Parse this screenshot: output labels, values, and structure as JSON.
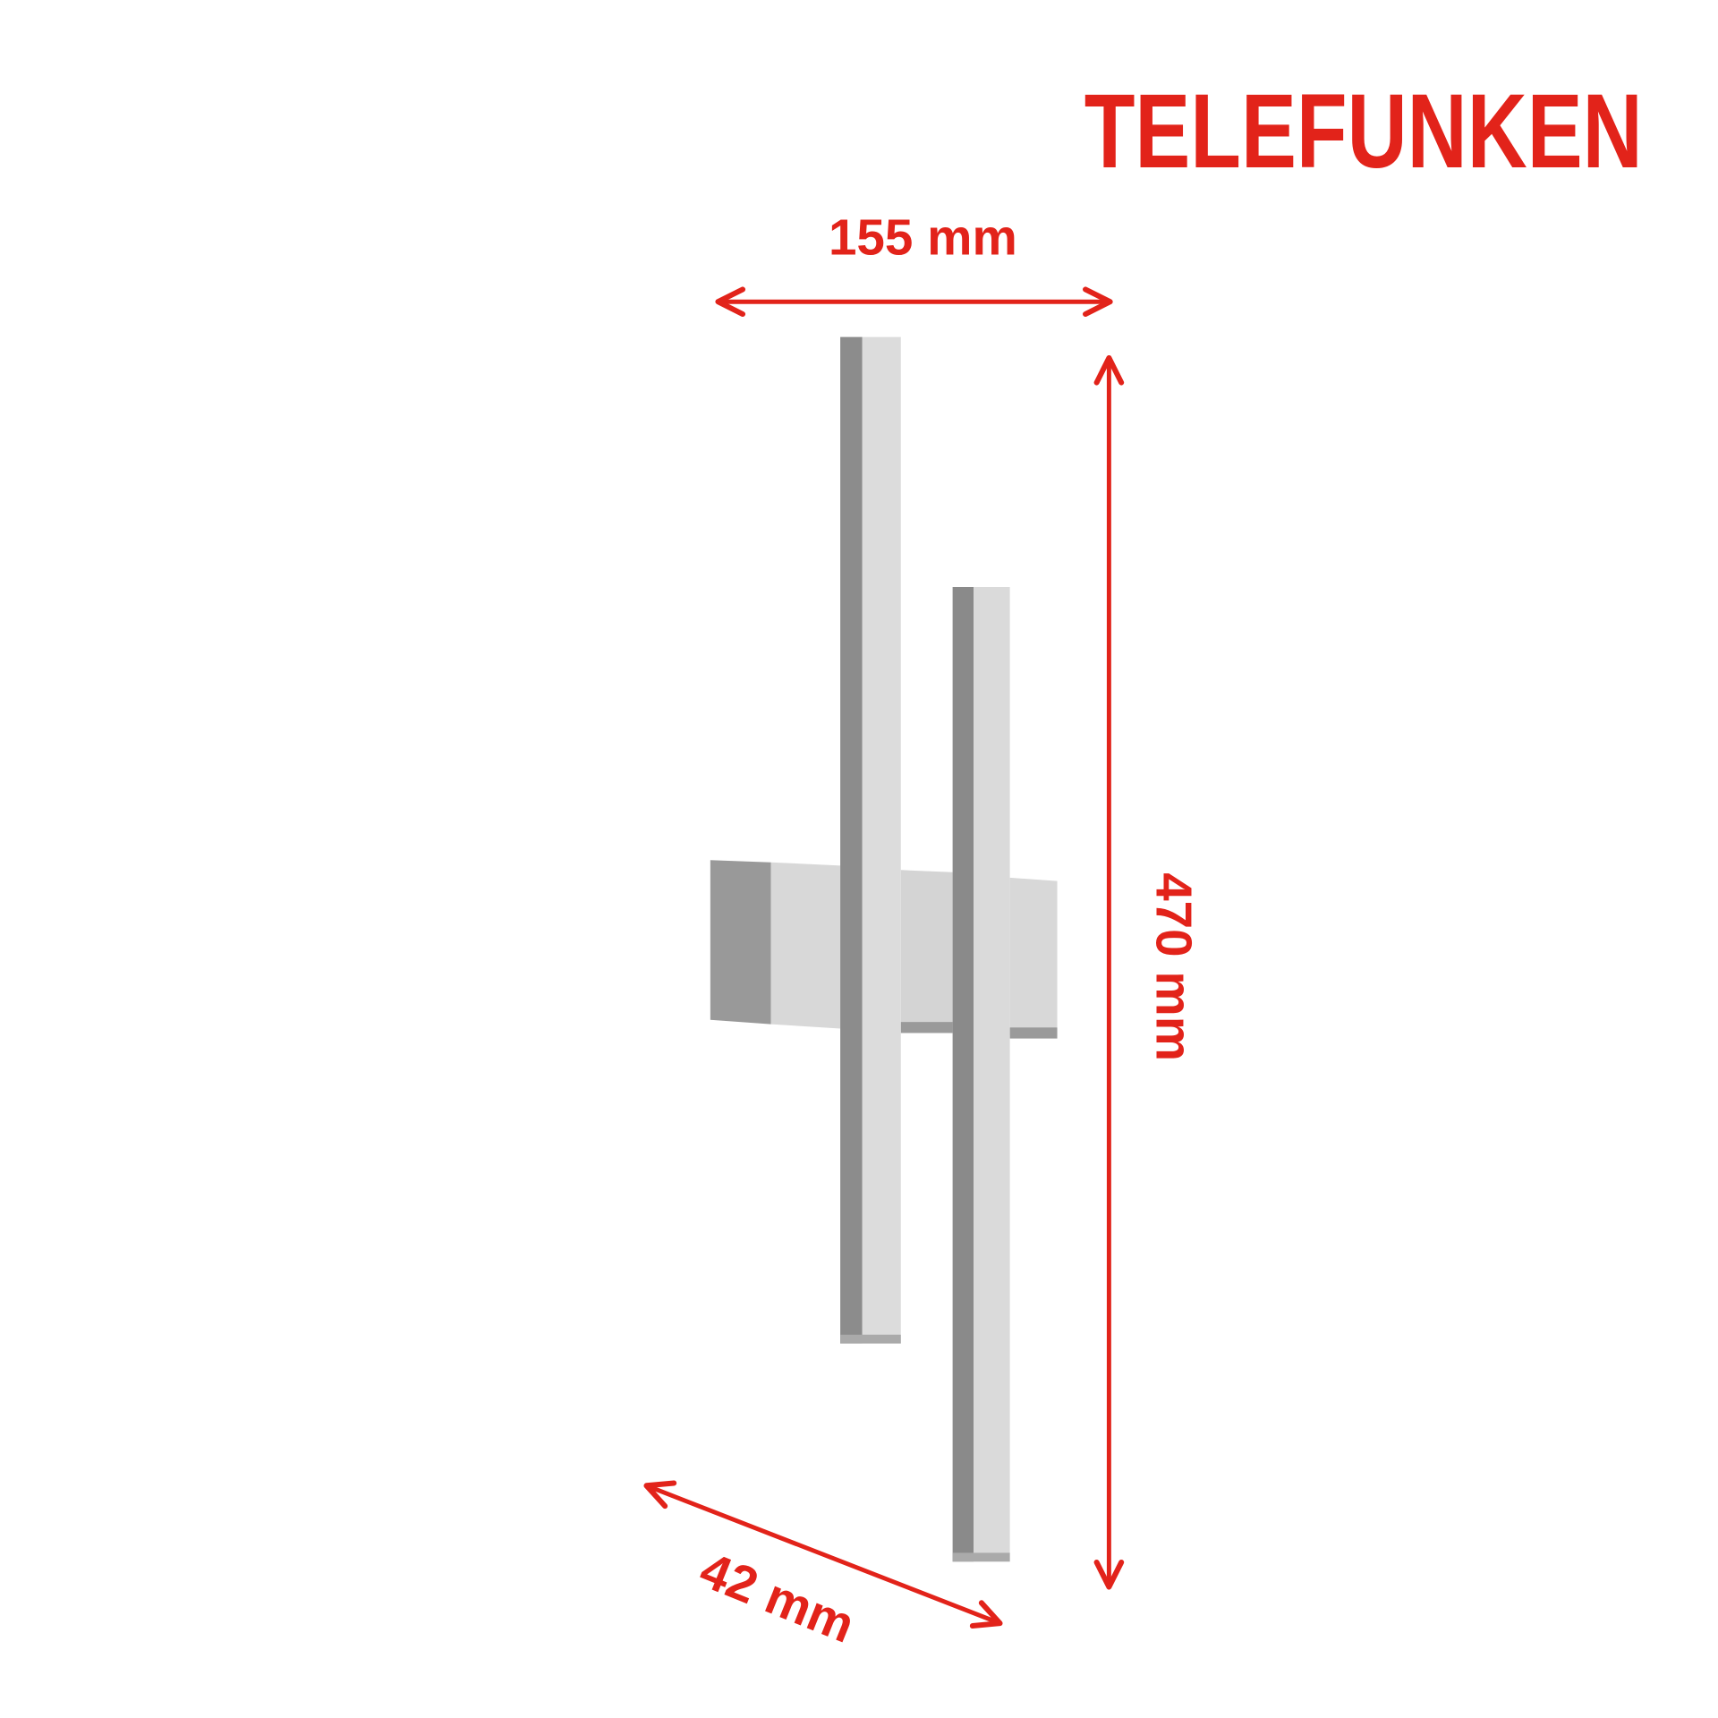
{
  "brand": {
    "logo_text": "TELEFUNKEN",
    "color": "#e2231a"
  },
  "dimensions": {
    "width_label": "155 mm",
    "height_label": "470 mm",
    "depth_label": "42 mm"
  },
  "colors": {
    "arrow": "#e2231a",
    "product_light": "#d9d9d9",
    "product_dark": "#8a8a8a"
  }
}
